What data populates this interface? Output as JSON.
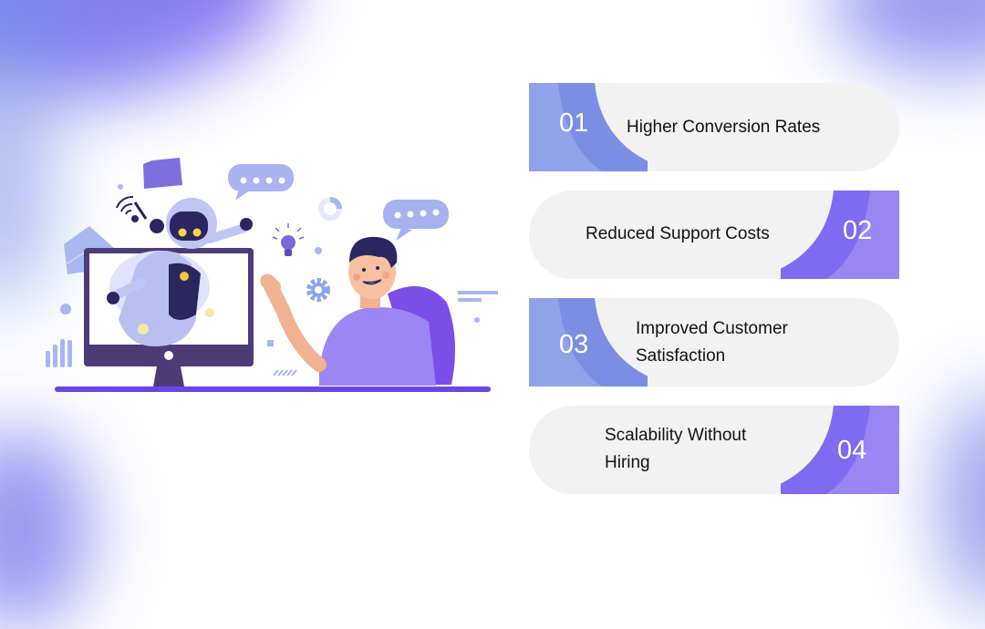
{
  "colors": {
    "card_bg": "#f2f2f3",
    "odd_arc_outer": "#8fa2ea",
    "odd_arc_inner": "#7b8ee3",
    "even_arc_outer": "#9986f2",
    "even_arc_inner": "#7e6bef",
    "desk": "#6a45e8",
    "shirt": "#9b86f2",
    "monitor": "#4d3b78"
  },
  "illustration": {
    "description": "Robot popping out of monitor waving at a man in a purple shirt",
    "icons": [
      "wifi-icon",
      "folder-icon",
      "chat-bubble-icon",
      "envelope-icon",
      "lightbulb-icon",
      "gear-icon",
      "donut-chart-icon",
      "bar-chart-icon"
    ]
  },
  "benefits": [
    {
      "number": "01",
      "label_line1": "Higher Conversion Rates",
      "label_line2": ""
    },
    {
      "number": "02",
      "label_line1": "Reduced Support Costs",
      "label_line2": ""
    },
    {
      "number": "03",
      "label_line1": "Improved Customer",
      "label_line2": "Satisfaction"
    },
    {
      "number": "04",
      "label_line1": "Scalability Without",
      "label_line2": "Hiring"
    }
  ]
}
